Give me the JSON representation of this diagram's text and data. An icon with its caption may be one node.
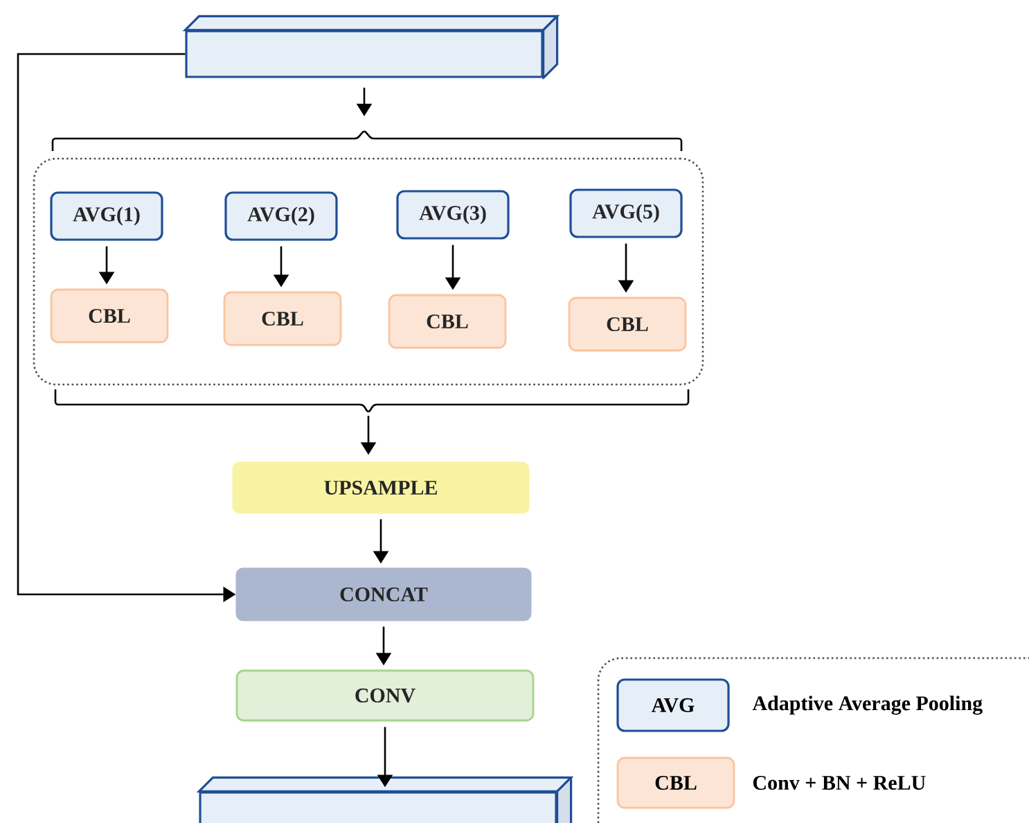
{
  "diagram": {
    "nodes": [
      {
        "text": [],
        "shape": "box"
      },
      {
        "text": [],
        "shape": "box"
      },
      {
        "text": [
          "AVG(1)"
        ],
        "in": 1
      },
      {
        "text": [
          "CBL"
        ],
        "in": 1
      },
      {
        "text": [
          "AVG(2)"
        ],
        "in": 1
      },
      {
        "text": [
          "CBL"
        ],
        "in": 1
      },
      {
        "text": [
          "AVG(3)"
        ],
        "in": 1
      },
      {
        "text": [
          "CBL"
        ],
        "in": 1
      },
      {
        "text": [
          "AVG(5)"
        ],
        "in": 1
      },
      {
        "text": [
          "CBL"
        ],
        "in": 1
      },
      {
        "text": [
          "UPSAMPLE"
        ]
      },
      {
        "text": [
          "CONCAT"
        ]
      },
      {
        "text": [
          "CONV"
        ]
      },
      {
        "text": [],
        "shape": "box"
      }
    ],
    "edges": [
      {
        "from": 0,
        "to": 1,
        "arrow": "to"
      },
      {
        "from": 2,
        "to": 3,
        "arrow": "to"
      },
      {
        "from": 4,
        "to": 5,
        "arrow": "to"
      },
      {
        "from": 6,
        "to": 7,
        "arrow": "to"
      },
      {
        "from": 8,
        "to": 9,
        "arrow": "to"
      },
      {
        "from": 1,
        "to": 10,
        "arrow": "to"
      },
      {
        "from": 10,
        "to": 11,
        "arrow": "to"
      },
      {
        "from": 0,
        "to": 11,
        "arrow": "to"
      },
      {
        "from": 11,
        "to": 12,
        "arrow": "to"
      },
      {
        "from": 12,
        "to": 13,
        "arrow": "to"
      }
    ],
    "labels": [
      "AVG",
      "CBL"
    ],
    "legend": [
      {
        "text": "Adaptive Average Pooling",
        "color": "#e6eef8"
      },
      {
        "text": "Conv + BN + ReLU",
        "color": "#fde5d6"
      }
    ]
  }
}
